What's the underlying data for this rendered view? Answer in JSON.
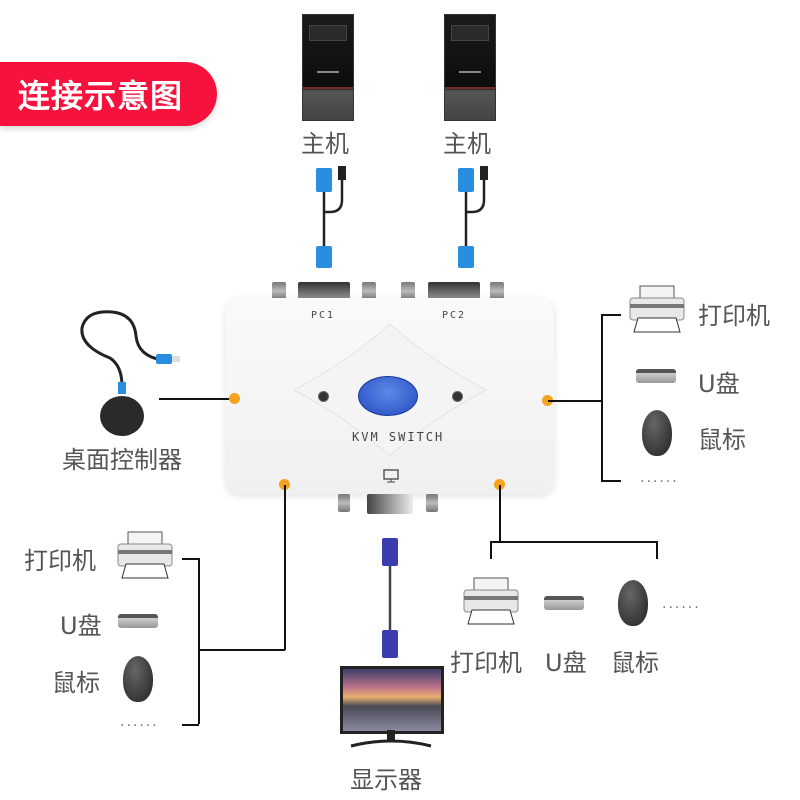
{
  "title": "连接示意图",
  "hosts": [
    {
      "label": "主机"
    },
    {
      "label": "主机"
    }
  ],
  "kvm": {
    "port_labels": [
      "PC1",
      "PC2"
    ],
    "name": "KVM SWITCH",
    "monitor_port_icon": "monitor-icon"
  },
  "desk_controller": {
    "label": "桌面控制器"
  },
  "right_devices": [
    {
      "label": "打印机",
      "icon": "printer-icon"
    },
    {
      "label": "U盘",
      "icon": "usb-drive-icon"
    },
    {
      "label": "鼠标",
      "icon": "mouse-icon"
    },
    {
      "label": "......"
    }
  ],
  "left_devices": [
    {
      "label": "打印机",
      "icon": "printer-icon"
    },
    {
      "label": "U盘",
      "icon": "usb-drive-icon"
    },
    {
      "label": "鼠标",
      "icon": "mouse-icon"
    },
    {
      "label": "......"
    }
  ],
  "bottom_devices": [
    {
      "label": "打印机",
      "icon": "printer-icon"
    },
    {
      "label": "U盘",
      "icon": "usb-drive-icon"
    },
    {
      "label": "鼠标",
      "icon": "mouse-icon"
    },
    {
      "label": "......"
    }
  ],
  "display": {
    "label": "显示器"
  },
  "colors": {
    "title_bg": "#f5123d",
    "connector_dot": "#f5a21f",
    "button_blue": "#2f5ad0"
  }
}
